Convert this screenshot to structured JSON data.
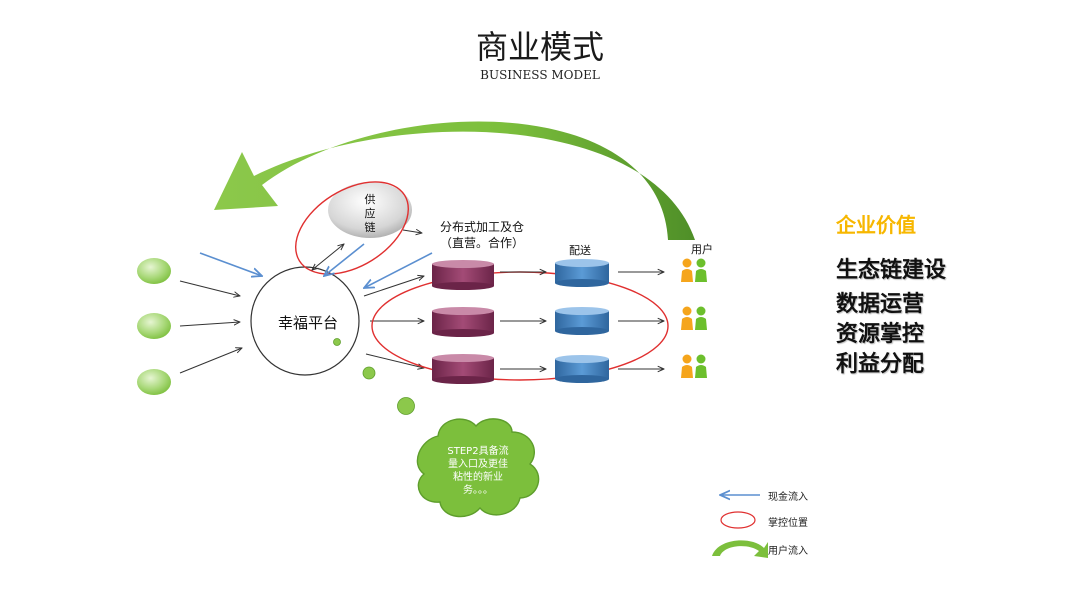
{
  "title": "商业模式",
  "subtitle": "BUSINESS MODEL",
  "nodes": {
    "platform": "幸福平台",
    "supply_chain": [
      "供",
      "应",
      "链"
    ],
    "distributed_line1": "分布式加工及仓",
    "distributed_line2": "（直营。合作）",
    "delivery": "配送",
    "users": "用户"
  },
  "cloud_text": [
    "STEP2具备流",
    "量入口及更佳",
    "粘性的新业",
    "务。。。"
  ],
  "value": {
    "title": "企业价值",
    "items": [
      "生态链建设",
      "数据运营",
      "资源掌控",
      "利益分配"
    ]
  },
  "legend": [
    {
      "icon": "blue-arrow-icon",
      "label": "现金流入"
    },
    {
      "icon": "red-ellipse-icon",
      "label": "掌控位置"
    },
    {
      "icon": "green-curved-arrow-icon",
      "label": "用户流入"
    }
  ],
  "colors": {
    "green": "#7cbf3c",
    "green_dark": "#5e9e2c",
    "cylinder_purple": "#8e3c63",
    "cylinder_blue": "#3f7fbf",
    "control_red": "#e03030",
    "cash_blue": "#5b8fd0",
    "value_title": "#f7b700"
  }
}
